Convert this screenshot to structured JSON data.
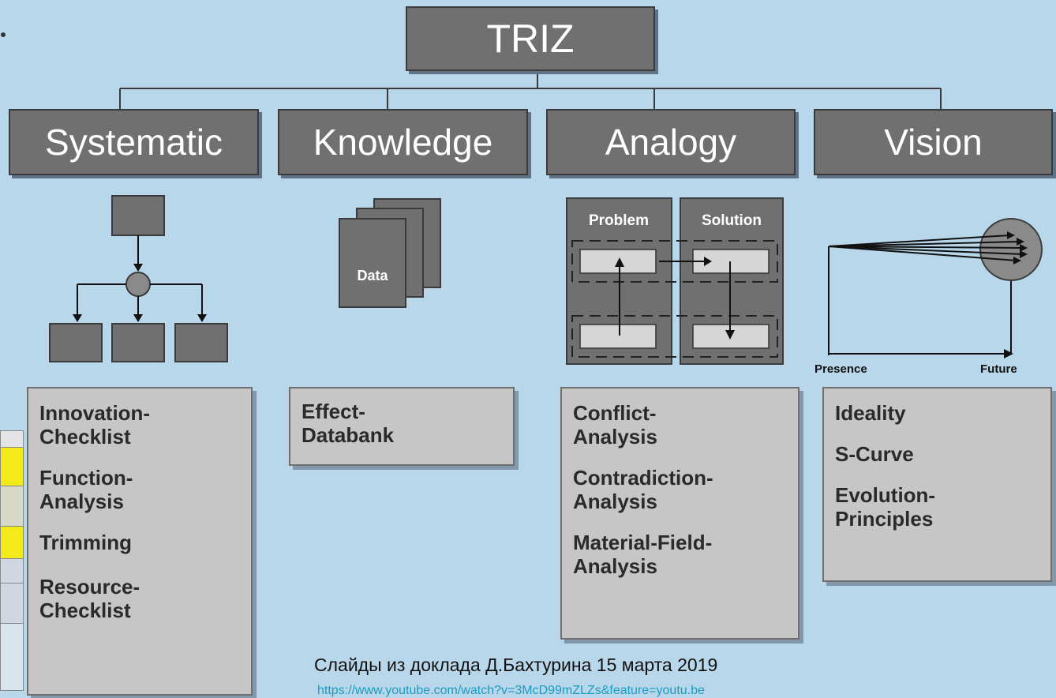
{
  "title": "TRIZ",
  "categories": [
    {
      "key": "systematic",
      "label": "Systematic"
    },
    {
      "key": "knowledge",
      "label": "Knowledge"
    },
    {
      "key": "analogy",
      "label": "Analogy"
    },
    {
      "key": "vision",
      "label": "Vision"
    }
  ],
  "icons": {
    "knowledge_label": "Data",
    "analogy_problem": "Problem",
    "analogy_solution": "Solution",
    "vision_presence": "Presence",
    "vision_future": "Future"
  },
  "lists": {
    "systematic": [
      "Innovation-\nChecklist",
      "Function-\nAnalysis",
      "Trimming",
      "Resource-\nChecklist"
    ],
    "knowledge": [
      "Effect-\nDatabank"
    ],
    "analogy": [
      "Conflict-\nAnalysis",
      "Contradiction-\nAnalysis",
      "Material-Field-\nAnalysis"
    ],
    "vision": [
      "Ideality",
      "S-Curve",
      "Evolution-\nPrinciples"
    ]
  },
  "caption": "Слайды из доклада Д.Бахтурина 15 марта 2019",
  "link": "https://www.youtube.com/watch?v=3McD99mZLZs&feature=youtu.be",
  "colors": {
    "background": "#b8d7eb",
    "box_fill": "#707070",
    "list_fill": "#c6c6c6",
    "link": "#1a9bbf"
  }
}
